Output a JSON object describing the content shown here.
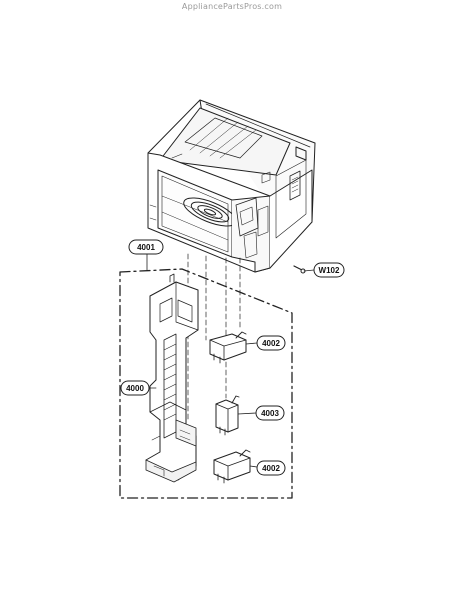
{
  "watermark": "AppliancePartsPros.com",
  "callouts": {
    "assembly": "4001",
    "base_frame": "4000",
    "switch_upper": "4002",
    "switch_middle": "4003",
    "switch_lower": "4002",
    "screw": "W102"
  }
}
